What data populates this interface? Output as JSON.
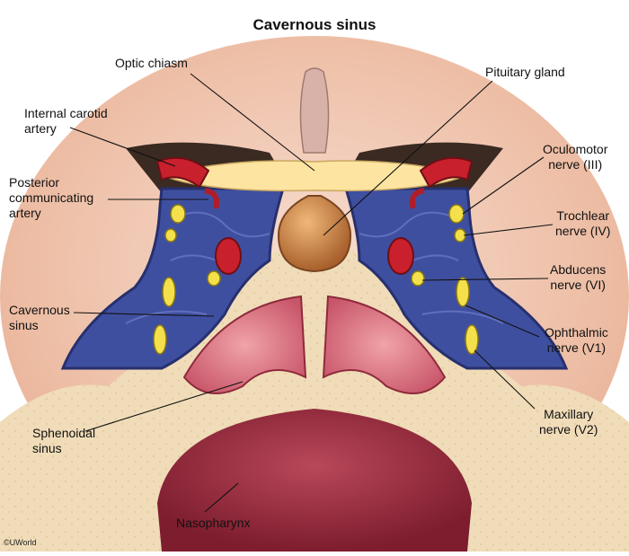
{
  "title": "Cavernous sinus",
  "labels": {
    "optic_chiasm": "Optic chiasm",
    "pituitary_gland": "Pituitary gland",
    "internal_carotid": "Internal carotid\nartery",
    "posterior_communicating": "Posterior\ncommunicating\nartery",
    "cavernous_sinus": "Cavernous\nsinus",
    "sphenoidal_sinus": "Sphenoidal\nsinus",
    "nasopharynx": "Nasopharynx",
    "oculomotor": "Oculomotor\nnerve (III)",
    "trochlear": "Trochlear\nnerve (IV)",
    "abducens": "Abducens\nnerve (VI)",
    "ophthalmic": "Ophthalmic\nnerve (V1)",
    "maxillary": "Maxillary\nnerve (V2)"
  },
  "copyright": "©UWorld"
}
